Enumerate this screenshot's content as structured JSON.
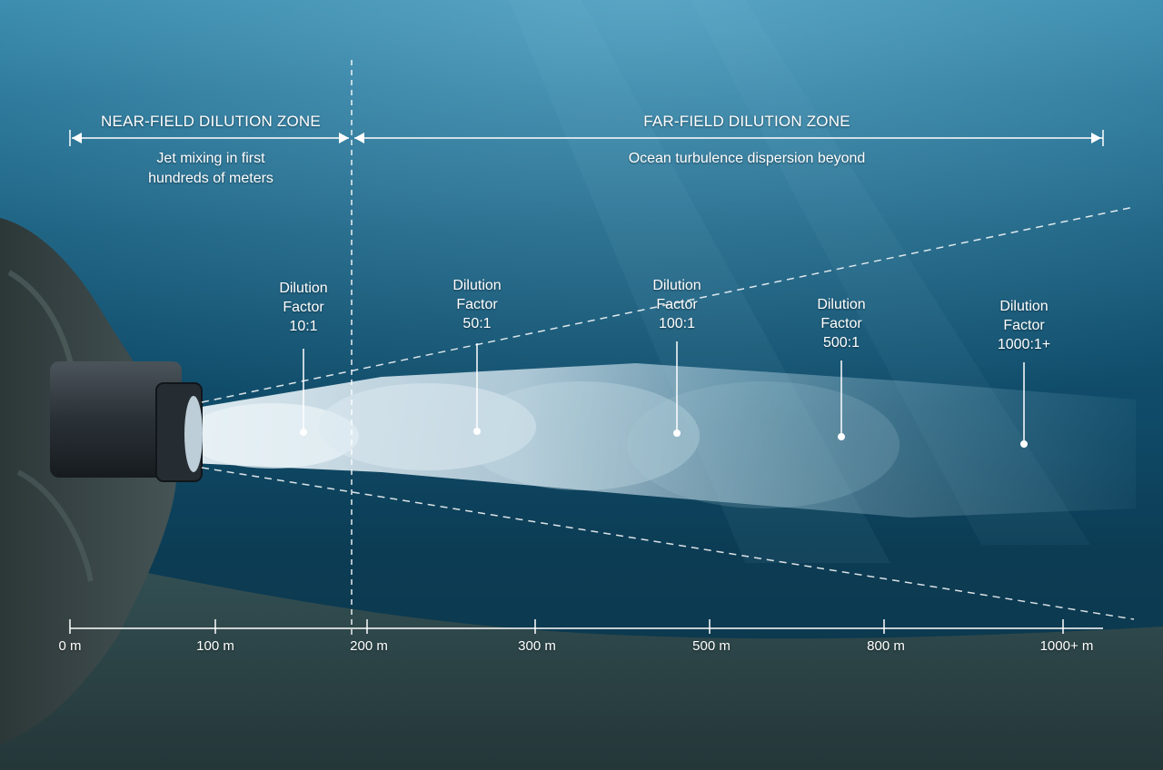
{
  "zones": {
    "near": {
      "title": "NEAR-FIELD DILUTION ZONE",
      "desc_line1": "Jet mixing in first",
      "desc_line2": "hundreds of meters"
    },
    "far": {
      "title": "FAR-FIELD DILUTION ZONE",
      "desc": "Ocean turbulence dispersion beyond"
    }
  },
  "dilution_points": [
    {
      "line1": "Dilution",
      "line2": "Factor",
      "line3": "10:1"
    },
    {
      "line1": "Dilution",
      "line2": "Factor",
      "line3": "50:1"
    },
    {
      "line1": "Dilution",
      "line2": "Factor",
      "line3": "100:1"
    },
    {
      "line1": "Dilution",
      "line2": "Factor",
      "line3": "500:1"
    },
    {
      "line1": "Dilution",
      "line2": "Factor",
      "line3": "1000:1+"
    }
  ],
  "distance_axis": {
    "ticks": [
      "0 m",
      "100 m",
      "200 m",
      "300 m",
      "500 m",
      "800 m",
      "1000+ m"
    ]
  },
  "colors": {
    "line": "#ffffff",
    "plume": "#dce9f1",
    "pipe": "#2b3238",
    "rock": "#3d4a4b",
    "seabed": "#3e5a5e"
  }
}
